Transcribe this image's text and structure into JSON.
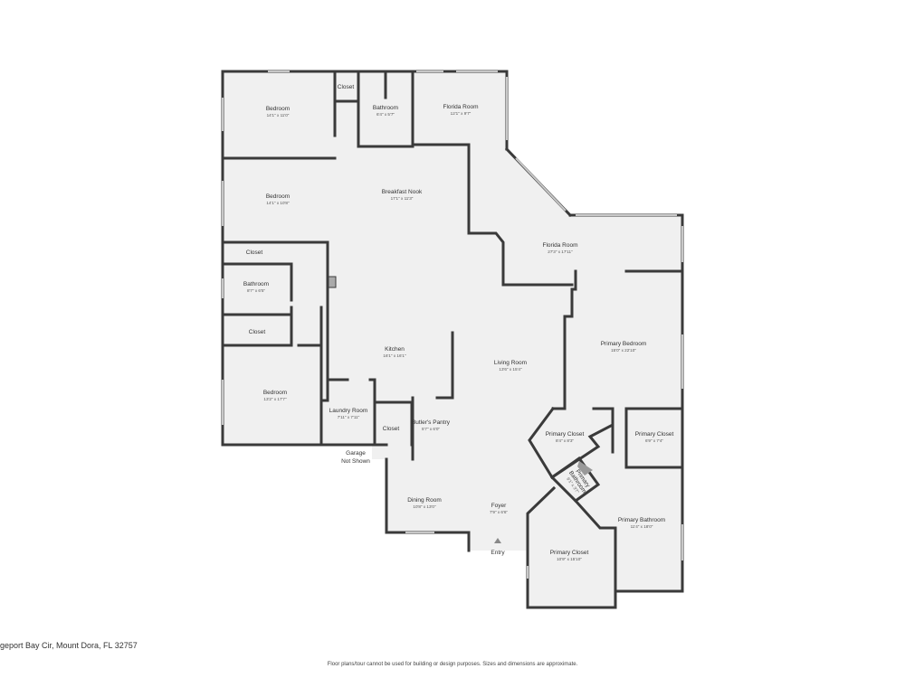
{
  "rooms": [
    {
      "name": "Bedroom",
      "dims": "14'1\" x 11'0\""
    },
    {
      "name": "Closet",
      "dims": ""
    },
    {
      "name": "Bathroom",
      "dims": "6'4\" x 5'7\""
    },
    {
      "name": "Florida Room",
      "dims": "12'1\" x 9'7\""
    },
    {
      "name": "Bedroom",
      "dims": "14'1\" x 10'8\""
    },
    {
      "name": "Breakfast Nook",
      "dims": "17'1\" x 11'3\""
    },
    {
      "name": "Closet",
      "dims": ""
    },
    {
      "name": "Florida Room",
      "dims": "27'3\" x 17'11\""
    },
    {
      "name": "Bathroom",
      "dims": "8'7\" x 6'5\""
    },
    {
      "name": "Closet",
      "dims": ""
    },
    {
      "name": "Kitchen",
      "dims": "16'1\" x 16'1\""
    },
    {
      "name": "Primary Bedroom",
      "dims": "15'0\" x 22'10\""
    },
    {
      "name": "Living Room",
      "dims": "13'6\" x 15'4\""
    },
    {
      "name": "Bedroom",
      "dims": "13'2\" x 17'7\""
    },
    {
      "name": "Laundry Room",
      "dims": "7'11\" x 7'11\""
    },
    {
      "name": "Closet",
      "dims": ""
    },
    {
      "name": "Butler's Pantry",
      "dims": "5'7\" x 6'0\""
    },
    {
      "name": "Primary Closet",
      "dims": "8'4\" x 8'3\""
    },
    {
      "name": "Primary Closet",
      "dims": "6'9\" x 7'4\""
    },
    {
      "name": "Dining Room",
      "dims": "10'8\" x 13'0\""
    },
    {
      "name": "Foyer",
      "dims": "7'9\" x 6'6\""
    },
    {
      "name": "Primary Bathroom",
      "dims": "11'4\" x 18'0\""
    },
    {
      "name": "Primary Closet",
      "dims": "10'9\" x 15'10\""
    }
  ],
  "primary_bathroom_small": {
    "line1": "Primary",
    "line2": "Bathroom",
    "dims": "6'1\" x 3'7\""
  },
  "garage_note": {
    "line1": "Garage",
    "line2": "Not Shown"
  },
  "entry_label": "Entry",
  "address": "geport Bay Cir, Mount Dora, FL 32757",
  "disclaimer": {
    "text": "Floor plans/tour cannot be used for building or design purposes. Sizes and dimensions are approximate.",
    "brand": ""
  },
  "colors": {
    "floor": "#f0f0f0",
    "wall": "#3a3a3a",
    "background": "#ffffff"
  }
}
